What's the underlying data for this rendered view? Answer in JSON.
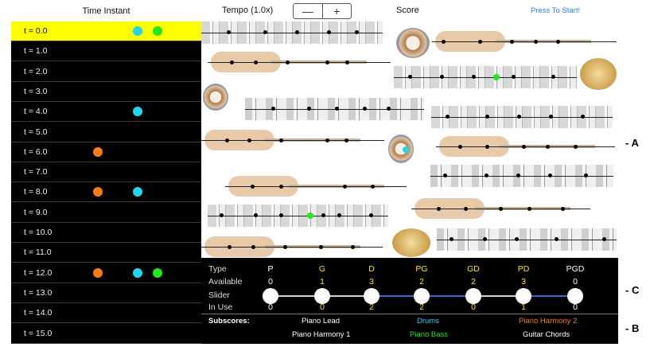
{
  "time_panel": {
    "header": "Time Instant",
    "rows": [
      {
        "label": "t = 0.0",
        "active": true,
        "dots": [
          "cyan",
          "green"
        ]
      },
      {
        "label": "t = 1.0",
        "active": false,
        "dots": []
      },
      {
        "label": "t = 2.0",
        "active": false,
        "dots": []
      },
      {
        "label": "t = 3.0",
        "active": false,
        "dots": []
      },
      {
        "label": "t = 4.0",
        "active": false,
        "dots": [
          "cyan"
        ]
      },
      {
        "label": "t = 5.0",
        "active": false,
        "dots": []
      },
      {
        "label": "t = 6.0",
        "active": false,
        "dots": [
          "orange"
        ]
      },
      {
        "label": "t = 7.0",
        "active": false,
        "dots": []
      },
      {
        "label": "t = 8.0",
        "active": false,
        "dots": [
          "orange",
          "cyan"
        ]
      },
      {
        "label": "t = 9.0",
        "active": false,
        "dots": []
      },
      {
        "label": "t = 10.0",
        "active": false,
        "dots": []
      },
      {
        "label": "t = 11.0",
        "active": false,
        "dots": []
      },
      {
        "label": "t = 12.0",
        "active": false,
        "dots": [
          "orange",
          "cyan",
          "green"
        ]
      },
      {
        "label": "t = 13.0",
        "active": false,
        "dots": []
      },
      {
        "label": "t = 14.0",
        "active": false,
        "dots": []
      },
      {
        "label": "t = 15.0",
        "active": false,
        "dots": []
      }
    ]
  },
  "header": {
    "tempo_label": "Tempo (1.0x)",
    "minus": "—",
    "plus": "+",
    "score_label": "Score",
    "start_button": "Press To Start!"
  },
  "colors": {
    "cyan": "#1fd8f0",
    "green": "#1ee81e",
    "orange": "#ff7a10",
    "yellow": "#ffff00",
    "blue_link": "#2f7fe0"
  },
  "panel": {
    "row_labels": [
      "Type",
      "Available",
      "Slider",
      "In Use"
    ],
    "columns": [
      {
        "type": "P",
        "available": "0",
        "in_use": "0",
        "type_color": "#ffffff",
        "value_color": "#ffffff"
      },
      {
        "type": "G",
        "available": "1",
        "in_use": "0",
        "type_color": "#ffe21a",
        "value_color": "#ffe21a"
      },
      {
        "type": "D",
        "available": "3",
        "in_use": "2",
        "type_color": "#ffe21a",
        "value_color": "#ffe21a"
      },
      {
        "type": "PG",
        "available": "2",
        "in_use": "2",
        "type_color": "#ffe21a",
        "value_color": "#ffe21a"
      },
      {
        "type": "GD",
        "available": "2",
        "in_use": "0",
        "type_color": "#ffe21a",
        "value_color": "#ffe21a"
      },
      {
        "type": "PD",
        "available": "3",
        "in_use": "1",
        "type_color": "#ffe21a",
        "value_color": "#ffe21a"
      },
      {
        "type": "PGD",
        "available": "0",
        "in_use": "0",
        "type_color": "#ffffff",
        "value_color": "#ffffff"
      }
    ],
    "subscores_label": "Subscores:",
    "subscores": [
      {
        "name": "Piano Lead",
        "color": "#ffffff"
      },
      {
        "name": "Drums",
        "color": "#1fd8f0"
      },
      {
        "name": "Piano Harmony 2",
        "color": "#ff7a10"
      },
      {
        "name": "Piano Harmony 1",
        "color": "#ffffff"
      },
      {
        "name": "Piano Bass",
        "color": "#1ee81e"
      },
      {
        "name": "Guitar Chords",
        "color": "#ffffff"
      }
    ]
  },
  "markers": [
    "- A",
    "- C",
    "- B"
  ]
}
